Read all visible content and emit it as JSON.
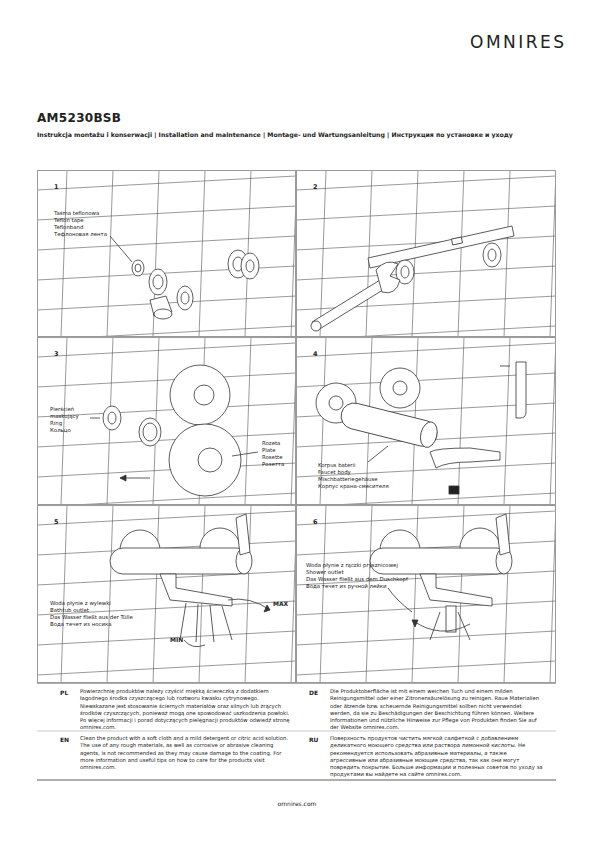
{
  "diagram": {
    "title": "AM5230BSB",
    "nodes": [
      {
        "text": [
          "1"
        ]
      },
      {
        "text": [
          "2"
        ]
      },
      {
        "text": [
          "3"
        ]
      },
      {
        "text": [
          "4"
        ]
      },
      {
        "text": [
          "5"
        ]
      },
      {
        "text": [
          "6"
        ]
      }
    ],
    "labels": [
      "OMNIRES",
      "Instrukcja montażu i konserwacji | Installation and maintenance | Montage- und Wartungsanleitung | Инструкция по установке и уходу",
      "Taśma teflonowa",
      "Teflon tape",
      "Teflonband",
      "Тефлоновая лента",
      "Pierścień",
      "maskujący",
      "Ring",
      "Кольцо",
      "Rozeta",
      "Plate",
      "Rosette",
      "Розетта",
      "Korpus baterii",
      "Faucet body",
      "Mischbatteriegehäuse",
      "Корпус крана-смесителя",
      "Woda płynie z wylewki",
      "Bathtub outlet",
      "Das Wasser fließt aus der Tülle",
      "Вода течет из носика",
      "MAX",
      "MIN",
      "Woda płynie z rączki prysznicowej",
      "Shower outlet",
      "Das Wasser fließt aus dem Duschkopf",
      "Вода течет из ручной лейки",
      "PL",
      "Powierzchnię produktów należy czyścić miękką ściereczką z dodatkiem łagodnego środka czyszczącego lub roztworu kwasku cytrynowego. Niewskazane jest stosowanie ściernych materiałów oraz silnych lub żrących środków czyszczących, ponieważ mogą one spowodować uszkodzenia powłoki. Po więcej informacji i porad dotyczących pielęgnacji produktów odwiedź stronę omnires.com.",
      "EN",
      "Clean the product with a soft cloth and a mild detergent or citric acid solution. The use of any rough materials, as well as corrosive or abrasive cleaning agents, is not recommended as they may cause damage to the coating. For more information and useful tips on how to care for the products visit omnires.com.",
      "DE",
      "Die Produktoberfläche ist mit einem weichen Tuch und einem milden Reinigungsmittel oder einer Zitronensäurelösung zu reinigen. Raue Materialien oder ätzende bzw. scheuernde Reinigungsmittel sollten nicht verwendet werden, da sie zu Beschädigungen der Beschichtung führen können. Weitere Informationen und nützliche Hinweise zur Pflege von Produkten finden Sie auf der Website omnires.com.",
      "RU",
      "Поверхность продуктов чистить мягкой салфеткой с добавлением деликатного моющего средства или раствора лимонной кислоты. Не рекомендуется использовать абразивные материалы, а также агрессивные или абразивные моющие средства, так как они могут повредить покрытие. Больше информации и полезных советов по уходу за продуктами вы найдете на сайте omnires.com.",
      "omnires.com"
    ]
  }
}
